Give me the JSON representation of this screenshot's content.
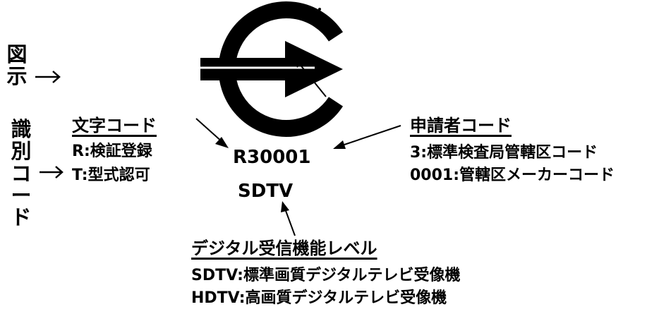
{
  "left_labels": {
    "zushi_chars": [
      "図",
      "示"
    ],
    "shikibetsu_chars": [
      "識",
      "別",
      "コ",
      "ー",
      "ド"
    ]
  },
  "character_code": {
    "title": "文字コード",
    "lines": [
      "R:検証登録",
      "T:型式認可"
    ]
  },
  "center_code": {
    "line1": "R30001",
    "line2": "SDTV"
  },
  "applicant_code": {
    "title": "申請者コード",
    "lines": [
      "3:標準検査局管轄区コード",
      "0001:管轄区メーカーコード"
    ]
  },
  "digital_level": {
    "title": "デジタル受信機能レベル",
    "lines": [
      "SDTV:標準画質デジタルテレビ受像機",
      "HDTV:高画質デジタルテレビ受像機"
    ]
  }
}
